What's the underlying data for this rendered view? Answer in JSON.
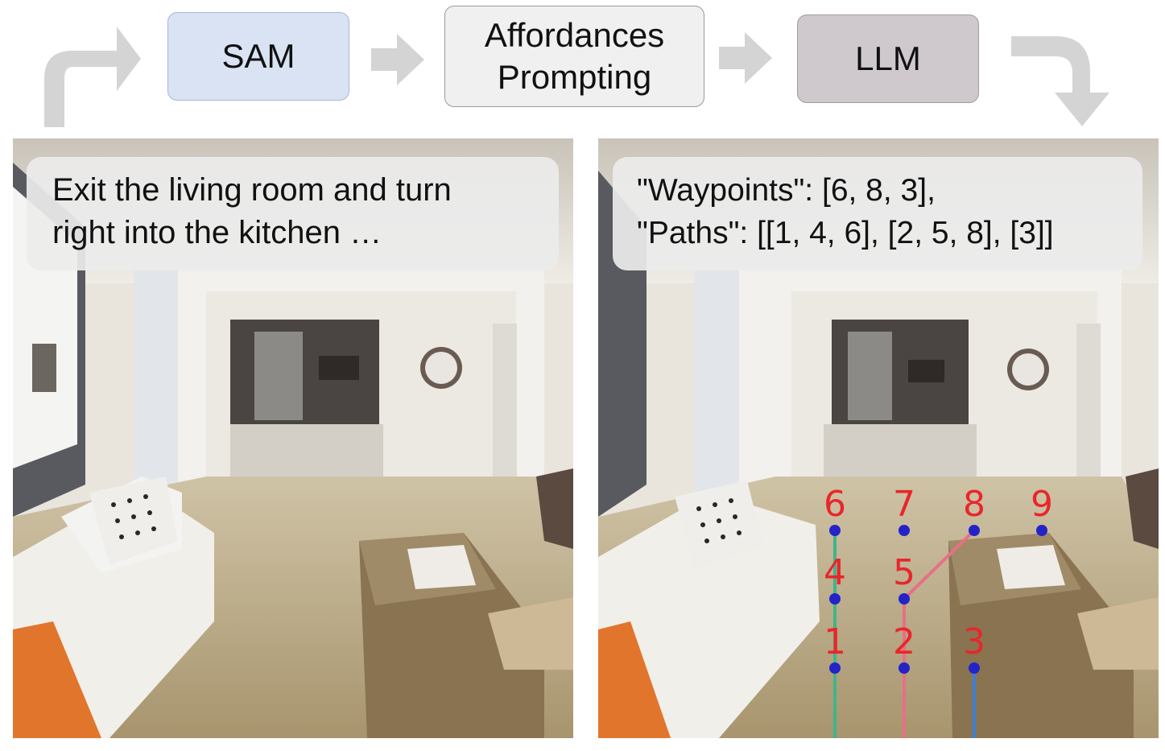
{
  "pipeline": {
    "sam_label": "SAM",
    "affordances_label": "Affordances\nPrompting",
    "llm_label": "LLM"
  },
  "left_panel": {
    "instruction_line1": "Exit the living room and turn",
    "instruction_line2": "right into the kitchen …"
  },
  "right_panel": {
    "output_line1": "\"Waypoints\": [6, 8, 3],",
    "output_line2": "\"Paths\": [[1, 4, 6], [2, 5, 8], [3]]",
    "waypoint_labels": [
      "1",
      "2",
      "3",
      "4",
      "5",
      "6",
      "7",
      "8",
      "9"
    ],
    "waypoint_color": "#e8262b",
    "dot_color": "#2323c8",
    "path_colors": [
      "#3fb58a",
      "#e86f86",
      "#3d7fd6"
    ]
  },
  "colors": {
    "sam_fill": "#d9e3f3",
    "affordances_fill": "#f0f0f0",
    "llm_fill": "#cfc8cc",
    "arrow": "#d4d4d4"
  }
}
